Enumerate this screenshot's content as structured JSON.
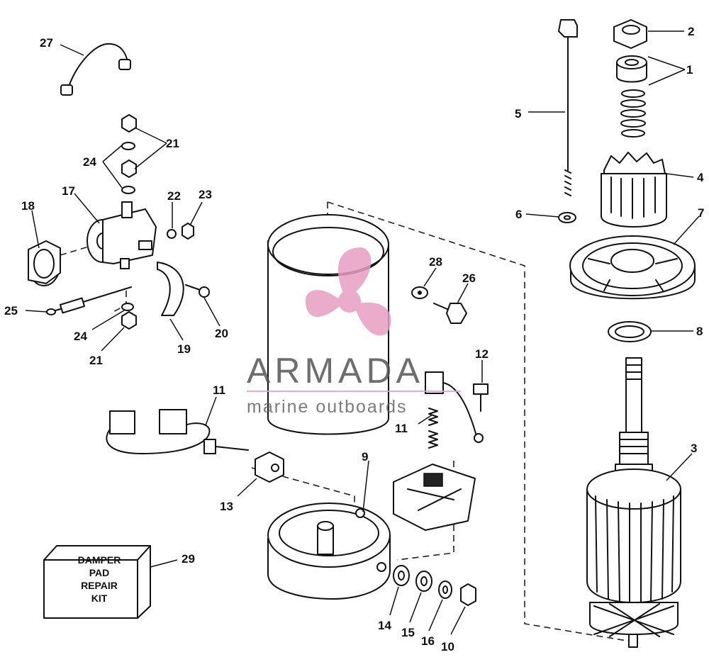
{
  "watermark": {
    "brand": "ARMADA",
    "tagline": "marine outboards",
    "logo_color": "#e89ec2",
    "text_color": "#555555"
  },
  "kit_box": {
    "lines": [
      "DAMPER",
      "PAD",
      "REPAIR",
      "KIT"
    ]
  },
  "part_numbers": {
    "p1": "1",
    "p2": "2",
    "p3": "3",
    "p4": "4",
    "p5": "5",
    "p6": "6",
    "p7": "7",
    "p8": "8",
    "p9": "9",
    "p10": "10",
    "p11a": "11",
    "p11b": "11",
    "p12": "12",
    "p13": "13",
    "p14": "14",
    "p15": "15",
    "p16": "16",
    "p17": "17",
    "p18": "18",
    "p19": "19",
    "p20": "20",
    "p21a": "21",
    "p21b": "21",
    "p22": "22",
    "p23": "23",
    "p24a": "24",
    "p24b": "24",
    "p25": "25",
    "p26": "26",
    "p27": "27",
    "p28": "28",
    "p29": "29"
  }
}
